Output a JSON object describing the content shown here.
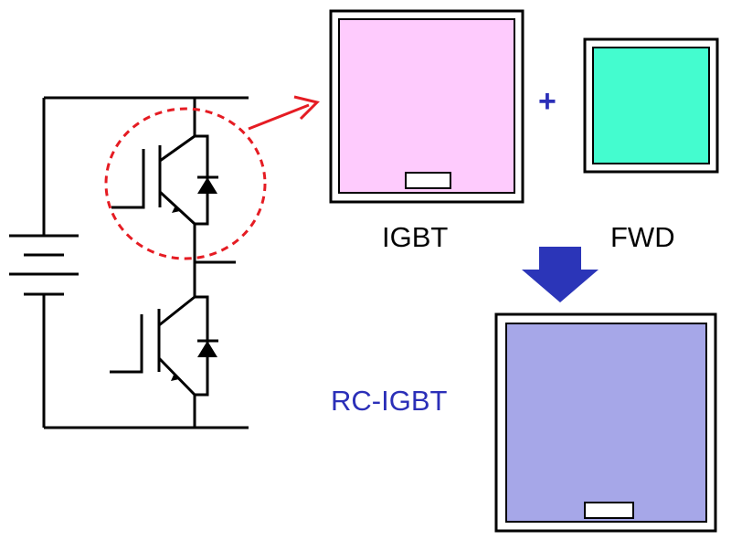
{
  "labels": {
    "igbt": "IGBT",
    "fwd": "FWD",
    "plus": "+",
    "rc_igbt": "RC-IGBT"
  },
  "colors": {
    "igbt_chip": "#fecbfd",
    "fwd_chip": "#44fccf",
    "rc_igbt_chip": "#a6a7e8",
    "highlight_red": "#e51c23",
    "arrow_blue": "#2b35b8",
    "text_blue": "#2b2fb8",
    "wire": "#000000"
  },
  "icons": {
    "merge_arrow": "down-arrow-icon",
    "pointer_arrow": "red-arrow-icon"
  }
}
